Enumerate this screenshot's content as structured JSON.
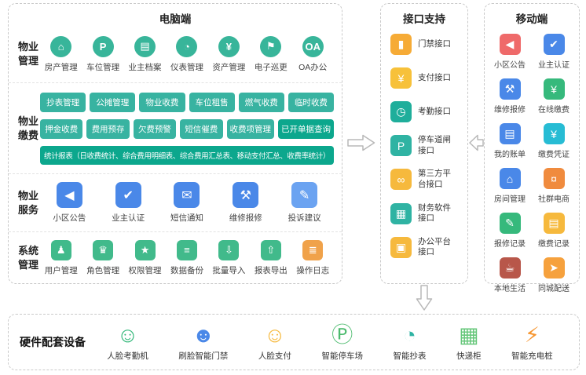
{
  "pc": {
    "title": "电脑端",
    "management": {
      "label": "物业管理",
      "items": [
        {
          "label": "房产管理",
          "icon": "house-icon",
          "glyph": "⌂",
          "color": "#38b59a"
        },
        {
          "label": "车位管理",
          "icon": "parking-icon",
          "glyph": "P",
          "color": "#38b59a"
        },
        {
          "label": "业主档案",
          "icon": "owner-archive-icon",
          "glyph": "▤",
          "color": "#38b59a"
        },
        {
          "label": "仪表管理",
          "icon": "meter-gauge-icon",
          "glyph": "◔",
          "color": "#38b59a"
        },
        {
          "label": "资产管理",
          "icon": "asset-money-icon",
          "glyph": "¥",
          "color": "#38b59a"
        },
        {
          "label": "电子巡更",
          "icon": "patrol-flag-icon",
          "glyph": "⚑",
          "color": "#38b59a"
        },
        {
          "label": "OA办公",
          "icon": "oa-office-icon",
          "glyph": "OA",
          "color": "#38b59a"
        }
      ]
    },
    "fee": {
      "label": "物业缴费",
      "row1": [
        {
          "text": "抄表管理",
          "color": "#38b3a1"
        },
        {
          "text": "公摊管理",
          "color": "#38b3a1"
        },
        {
          "text": "物业收费",
          "color": "#38b3a1"
        },
        {
          "text": "车位租售",
          "color": "#38b3a1"
        },
        {
          "text": "燃气收费",
          "color": "#38b3a1"
        },
        {
          "text": "临时收费",
          "color": "#38b3a1"
        }
      ],
      "row2": [
        {
          "text": "押金收费",
          "color": "#38b3a1"
        },
        {
          "text": "费用预存",
          "color": "#38b3a1"
        },
        {
          "text": "欠费预警",
          "color": "#38b3a1"
        },
        {
          "text": "短信催费",
          "color": "#38b3a1"
        },
        {
          "text": "收费项管理",
          "color": "#38b3a1"
        },
        {
          "text": "已开单据查询",
          "color": "#0ca78d"
        }
      ],
      "stats": {
        "text": "统计报表（日收费统计、综合费用明细表、综合费用汇总表、移动支付汇总、收费率统计）",
        "color": "#0ca78d"
      }
    },
    "service": {
      "label": "物业服务",
      "items": [
        {
          "label": "小区公告",
          "icon": "announcement-icon",
          "glyph": "◀",
          "color": "#4a88e8"
        },
        {
          "label": "业主认证",
          "icon": "owner-verify-icon",
          "glyph": "✔",
          "color": "#4a88e8"
        },
        {
          "label": "短信通知",
          "icon": "sms-envelope-icon",
          "glyph": "✉",
          "color": "#4a88e8"
        },
        {
          "label": "维修报修",
          "icon": "repair-tools-icon",
          "glyph": "⚒",
          "color": "#4a88e8"
        },
        {
          "label": "投诉建议",
          "icon": "feedback-pencil-icon",
          "glyph": "✎",
          "color": "#6ba3f1"
        }
      ]
    },
    "system": {
      "label": "系统管理",
      "items": [
        {
          "label": "用户管理",
          "icon": "user-icon",
          "glyph": "♟",
          "color": "#41ba8b"
        },
        {
          "label": "角色管理",
          "icon": "role-crown-icon",
          "glyph": "♛",
          "color": "#41ba8b"
        },
        {
          "label": "权限管理",
          "icon": "permission-star-icon",
          "glyph": "★",
          "color": "#41ba8b"
        },
        {
          "label": "数据备份",
          "icon": "database-backup-icon",
          "glyph": "≡",
          "color": "#41ba8b"
        },
        {
          "label": "批量导入",
          "icon": "import-arrow-icon",
          "glyph": "⇩",
          "color": "#41ba8b"
        },
        {
          "label": "报表导出",
          "icon": "export-arrow-icon",
          "glyph": "⇧",
          "color": "#41ba8b"
        },
        {
          "label": "操作日志",
          "icon": "operation-log-icon",
          "glyph": "≣",
          "color": "#f0a24a"
        }
      ]
    }
  },
  "api": {
    "title": "接口支持",
    "items": [
      {
        "label": "门禁接口",
        "icon": "door-access-icon",
        "glyph": "▮",
        "color": "#f6ab36"
      },
      {
        "label": "支付接口",
        "icon": "payment-yen-icon",
        "glyph": "¥",
        "color": "#f7c13a"
      },
      {
        "label": "考勤接口",
        "icon": "attendance-clock-icon",
        "glyph": "◷",
        "color": "#1fae9b"
      },
      {
        "label": "停车道闸接口",
        "icon": "parking-barrier-icon",
        "glyph": "P",
        "color": "#2fb3a3"
      },
      {
        "label": "第三方平台接口",
        "icon": "third-party-link-icon",
        "glyph": "∞",
        "color": "#f6b93d"
      },
      {
        "label": "财务软件接口",
        "icon": "finance-calculator-icon",
        "glyph": "▦",
        "color": "#2fb3a3"
      },
      {
        "label": "办公平台接口",
        "icon": "office-platform-icon",
        "glyph": "▣",
        "color": "#f6b93d"
      }
    ]
  },
  "mobile": {
    "title": "移动端",
    "items": [
      {
        "label": "小区公告",
        "icon": "announcement-icon",
        "glyph": "◀",
        "color": "#ef6a6a"
      },
      {
        "label": "业主认证",
        "icon": "owner-verify-icon",
        "glyph": "✔",
        "color": "#4a88e8"
      },
      {
        "label": "维修报修",
        "icon": "repair-tools-icon",
        "glyph": "⚒",
        "color": "#4a88e8"
      },
      {
        "label": "在线缴费",
        "icon": "online-payment-icon",
        "glyph": "¥",
        "color": "#36b97c"
      },
      {
        "label": "我的账单",
        "icon": "my-bill-icon",
        "glyph": "▤",
        "color": "#4a88e8"
      },
      {
        "label": "缴费凭证",
        "icon": "payment-receipt-icon",
        "glyph": "¥",
        "color": "#27bcd4"
      },
      {
        "label": "房间管理",
        "icon": "room-house-icon",
        "glyph": "⌂",
        "color": "#4a88e8"
      },
      {
        "label": "社群电商",
        "icon": "ecommerce-cart-icon",
        "glyph": "¤",
        "color": "#f08b3e"
      },
      {
        "label": "报修记录",
        "icon": "repair-record-icon",
        "glyph": "✎",
        "color": "#36b97c"
      },
      {
        "label": "缴费记录",
        "icon": "payment-record-icon",
        "glyph": "▤",
        "color": "#f6b93d"
      },
      {
        "label": "本地生活",
        "icon": "local-life-cup-icon",
        "glyph": "☕",
        "color": "#b8574a"
      },
      {
        "label": "同城配送",
        "icon": "delivery-icon",
        "glyph": "➤",
        "color": "#f6a13d"
      }
    ]
  },
  "hardware": {
    "title": "硬件配套设备",
    "items": [
      {
        "label": "人脸考勤机",
        "icon": "face-attendance-icon",
        "glyph": "☺",
        "color": "#36b97c"
      },
      {
        "label": "刷脸智能门禁",
        "icon": "face-access-icon",
        "glyph": "☻",
        "color": "#4a88e8"
      },
      {
        "label": "人脸支付",
        "icon": "face-payment-icon",
        "glyph": "☺",
        "color": "#f6b93d"
      },
      {
        "label": "智能停车场",
        "icon": "smart-parking-icon",
        "glyph": "Ⓟ",
        "color": "#4cbb6e"
      },
      {
        "label": "智能抄表",
        "icon": "smart-meter-icon",
        "glyph": "◔",
        "color": "#2fb3a3"
      },
      {
        "label": "快递柜",
        "icon": "express-locker-icon",
        "glyph": "▦",
        "color": "#67c77b"
      },
      {
        "label": "智能充电桩",
        "icon": "charging-pile-icon",
        "glyph": "⚡",
        "color": "#f6952f"
      }
    ]
  }
}
